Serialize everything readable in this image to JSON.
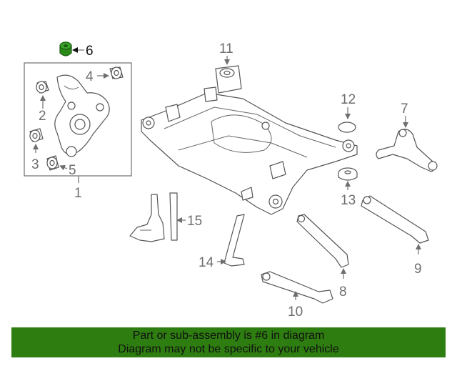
{
  "callouts": {
    "c1": "1",
    "c2": "2",
    "c3": "3",
    "c4": "4",
    "c5": "5",
    "c6": "6",
    "c7": "7",
    "c8": "8",
    "c9": "9",
    "c10": "10",
    "c11": "11",
    "c12": "12",
    "c13": "13",
    "c14": "14",
    "c15": "15"
  },
  "highlight": {
    "part": "6",
    "color": "#2a8a1a"
  },
  "footer": {
    "line1": "Part or sub-assembly is #6 in diagram",
    "line2": "Diagram may not be specific to your vehicle",
    "background": "#2e7d10"
  }
}
